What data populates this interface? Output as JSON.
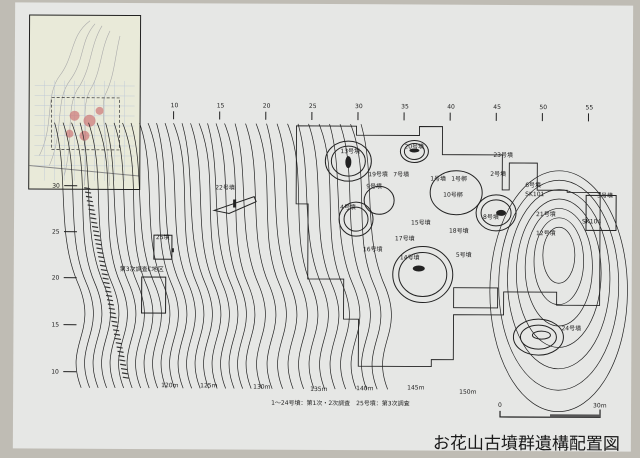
{
  "title": "お花山古墳群遺構配置図",
  "note": "1～24号墳：第1次・2次調査　25号墳：第3次調査",
  "scale_bar": {
    "start": "0",
    "end": "30m"
  },
  "top_ticks": [
    "10",
    "15",
    "20",
    "25",
    "30",
    "35",
    "40",
    "45",
    "50",
    "55"
  ],
  "left_ticks": [
    "30",
    "25",
    "20",
    "15",
    "10"
  ],
  "elevations": [
    "120m",
    "125m",
    "130m",
    "135m",
    "140m",
    "145m",
    "150m"
  ],
  "labels": {
    "t13": "13号墳",
    "t20": "20号墳",
    "t23": "23号墳",
    "t19": "19号墳",
    "t7": "7号墳",
    "t1": "1号墳",
    "t1k": "1号槨",
    "t2": "2号墳",
    "t6": "6号墳",
    "sk101": "SK101",
    "t9": "9号墳",
    "t10k": "10号槨",
    "t3": "3号墳",
    "t4": "4号墳",
    "t21": "21号墳",
    "t8": "8号墳",
    "sk104": "SK104",
    "t15": "15号墳",
    "t18": "18号墳",
    "t12": "12号墳",
    "t17": "17号墳",
    "t16": "16号墳",
    "t5": "5号墳",
    "t14": "14号墳",
    "t24": "24号墳",
    "t22": "22号墳",
    "t25": "25墳",
    "c_area": "第3次調査C地区"
  },
  "colors": {
    "paper": "#e6e7e5",
    "ink": "#222222",
    "wall": "#bfbcb4"
  }
}
